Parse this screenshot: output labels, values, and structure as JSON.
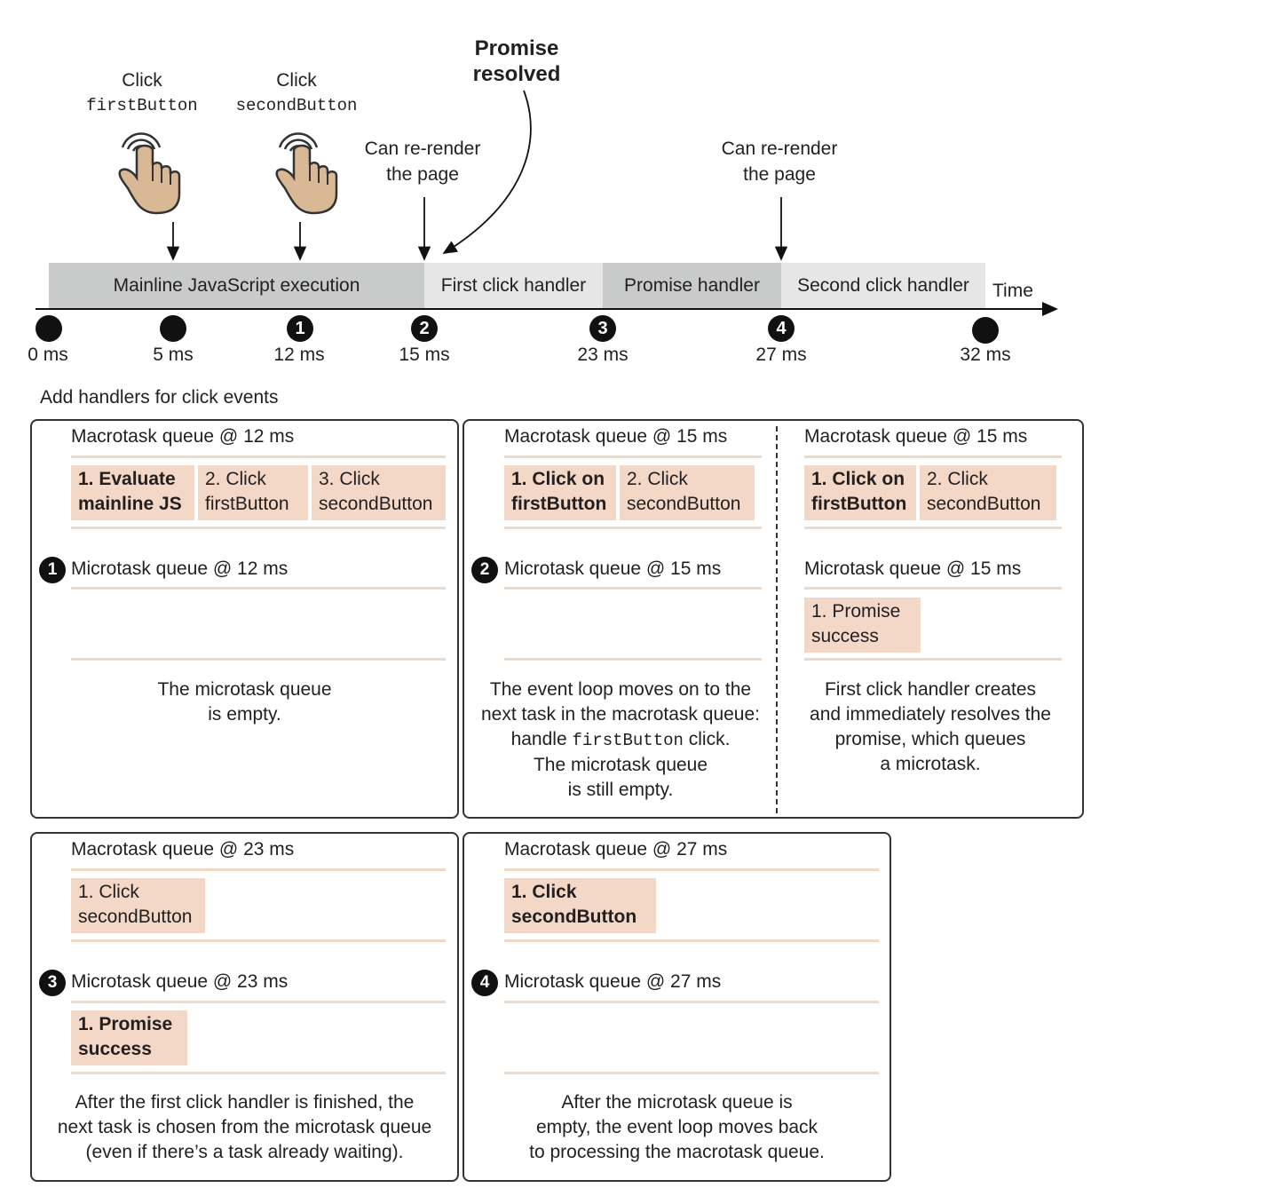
{
  "top": {
    "click1_label": "Click",
    "click1_code": "firstButton",
    "click2_label": "Click",
    "click2_code": "secondButton",
    "promise_line1": "Promise",
    "promise_line2": "resolved",
    "rerender1_line1": "Can re-render",
    "rerender1_line2": "the page",
    "rerender2_line1": "Can re-render",
    "rerender2_line2": "the page"
  },
  "timeline": {
    "segments": [
      "Mainline JavaScript execution",
      "First click handler",
      "Promise handler",
      "Second click handler"
    ],
    "time_label": "Time",
    "ticks": [
      "0 ms",
      "5 ms",
      "12 ms",
      "15 ms",
      "23 ms",
      "27 ms",
      "32 ms"
    ],
    "markers": [
      "1",
      "2",
      "3",
      "4"
    ],
    "caption": "Add handlers for click events"
  },
  "panel1": {
    "macro_title": "Macrotask queue @ 12 ms",
    "macro_tasks": [
      [
        "1. Evaluate",
        "mainline JS"
      ],
      [
        "2. Click",
        "firstButton"
      ],
      [
        "3. Click",
        "secondButton"
      ]
    ],
    "micro_title": "Microtask queue @ 12 ms",
    "desc": [
      "The microtask queue",
      "is empty."
    ]
  },
  "panel2a": {
    "macro_title": "Macrotask queue @ 15 ms",
    "macro_tasks": [
      [
        "1. Click on",
        "firstButton"
      ],
      [
        "2. Click",
        "secondButton"
      ]
    ],
    "micro_title": "Microtask queue @ 15 ms",
    "desc_line1": "The event loop moves on to the",
    "desc_line2": "next task in the macrotask queue:",
    "desc_line3_pre": "handle",
    "desc_line3_code": "firstButton",
    "desc_line3_post": "click.",
    "desc_line4": "The microtask queue",
    "desc_line5": "is still empty."
  },
  "panel2b": {
    "macro_title": "Macrotask queue @ 15 ms",
    "macro_tasks": [
      [
        "1. Click on",
        "firstButton"
      ],
      [
        "2. Click",
        "secondButton"
      ]
    ],
    "micro_title": "Microtask queue @ 15 ms",
    "micro_tasks": [
      [
        "1. Promise",
        "success"
      ]
    ],
    "desc": [
      "First click handler creates",
      "and immediately resolves the",
      "promise, which queues",
      "a microtask."
    ]
  },
  "panel3": {
    "macro_title": "Macrotask queue @ 23 ms",
    "macro_tasks": [
      [
        "1. Click",
        "secondButton"
      ]
    ],
    "micro_title": "Microtask queue @ 23 ms",
    "micro_tasks": [
      [
        "1. Promise",
        "success"
      ]
    ],
    "desc": [
      "After the first click handler is finished, the",
      "next task is chosen from the microtask queue",
      "(even if there’s a task already waiting)."
    ]
  },
  "panel4": {
    "macro_title": "Macrotask queue @ 27 ms",
    "macro_tasks": [
      [
        "1. Click",
        "secondButton"
      ]
    ],
    "micro_title": "Microtask queue @ 27 ms",
    "desc": [
      "After the microtask queue is",
      "empty, the event loop moves back",
      "to processing the macrotask queue."
    ]
  }
}
